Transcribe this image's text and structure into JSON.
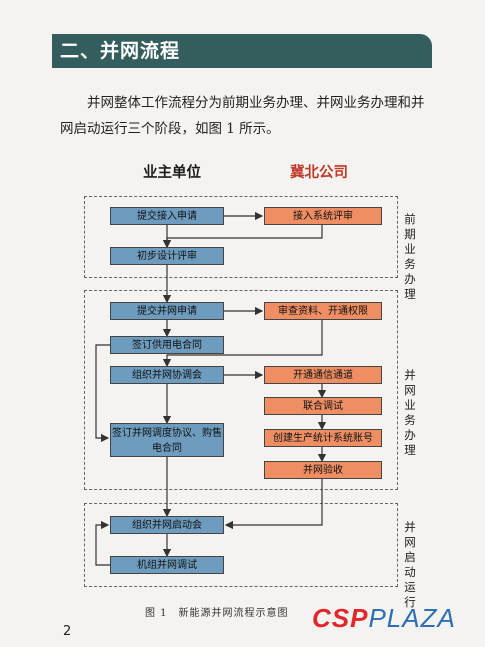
{
  "section": {
    "title": "二、并网流程"
  },
  "intro": "并网整体工作流程分为前期业务办理、并网业务办理和并网启动运行三个阶段，如图 1 所示。",
  "columns": {
    "owner": "业主单位",
    "company": "冀北公司"
  },
  "stages": {
    "early": "前期业务办理",
    "grid": "并网业务办理",
    "startup": "并网启动运行"
  },
  "boxes": {
    "submit_access": "提交接入申请",
    "access_review": "接入系统评审",
    "prelim_design": "初步设计评审",
    "submit_grid": "提交并网申请",
    "review_data": "审查资料、开通权限",
    "sign_power": "签订供用电合同",
    "coord_meeting": "组织并网协调会",
    "open_channel": "开通通信通道",
    "joint_debug": "联合调试",
    "create_account": "创建生产统计系统账号",
    "sign_dispatch": "签订并网调度协议、购售电合同",
    "grid_accept": "并网验收",
    "startup_meeting": "组织并网启动会",
    "unit_debug": "机组并网调试"
  },
  "caption": "图 1　新能源并网流程示意图",
  "page_number": "2",
  "logo": {
    "csp": "CSP",
    "plaza": "PLAZA"
  },
  "colors": {
    "header": "#335e5d",
    "owner_box": "#6d9cbe",
    "company_box": "#ee8e62",
    "logo_red": "#e3262c",
    "logo_blue": "#2f6fb5"
  }
}
